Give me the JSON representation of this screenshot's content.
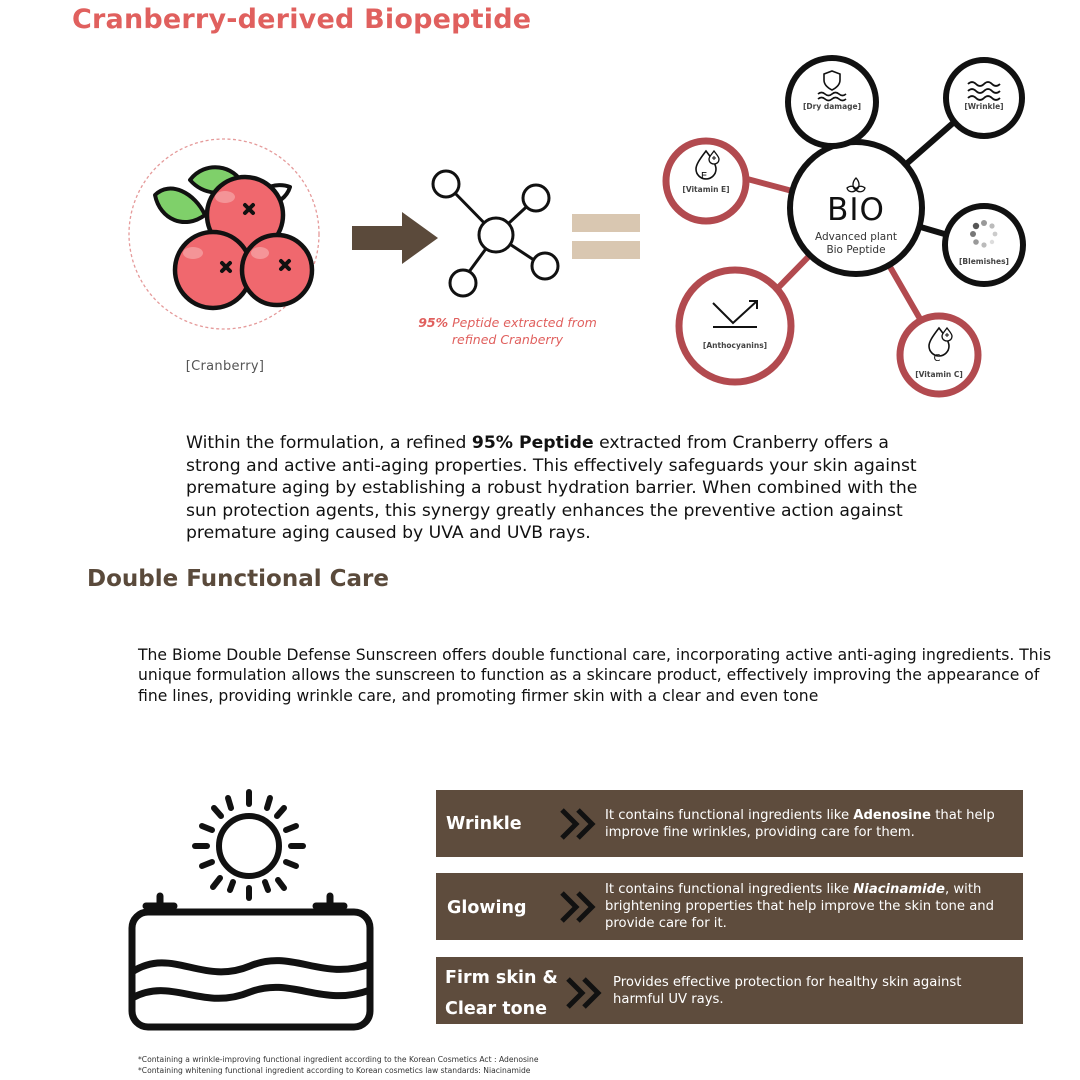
{
  "section1": {
    "title": "Cranberry-derived Biopeptide",
    "cranberry_caption": "[Cranberry]",
    "peptide_caption_bold": "95%",
    "peptide_caption_rest": " Peptide extracted from refined Cranberry",
    "bio": {
      "title": "BIO",
      "subtitle_line1": "Advanced plant",
      "subtitle_line2": "Bio Peptide"
    },
    "nodes": {
      "dry_damage": "[Dry damage]",
      "wrinkle": "[Wrinkle]",
      "vitamin_e": "[Vitamin E]",
      "blemishes": "[Blemishes]",
      "anthocyanins": "[Anthocyanins]",
      "vitamin_c": "[Vitamin C]",
      "vitamin_e_letter": "E",
      "vitamin_c_letter": "C"
    },
    "paragraph": {
      "part1": "Within the formulation, a refined ",
      "bold": "95% Peptide",
      "part2": " extracted from Cranberry offers a strong and active anti-aging properties. This effectively safeguards your skin against premature aging by establishing a robust hydration barrier. When combined with the sun protection agents, this synergy greatly enhances the preventive action against premature aging caused by UVA and UVB rays."
    }
  },
  "section2": {
    "title": "Double Functional Care",
    "paragraph": "The Biome Double Defense Sunscreen offers double functional care, incorporating active anti-aging ingredients. This unique formulation allows the sunscreen to function as a skincare product, effectively improving the appearance of fine lines, providing wrinkle care, and promoting firmer skin with a clear and even tone",
    "bands": [
      {
        "title": "Wrinkle",
        "text_before": "It contains functional ingredients like ",
        "bold": "Adenosine",
        "text_after": " that help improve fine wrinkles, providing care for them."
      },
      {
        "title": "Glowing",
        "text_before": "It contains functional ingredients like ",
        "bold": "Niacinamide",
        "text_after": ", with brightening properties that help improve the skin tone and provide care for it."
      },
      {
        "title_line1": "Firm skin &",
        "title_line2": "Clear tone",
        "text": "Provides effective protection for healthy skin against harmful UV rays."
      }
    ],
    "footnotes": [
      "*Containing a wrinkle-improving functional ingredient according to the Korean Cosmetics Act : Adenosine",
      "*Containing whitening functional ingredient according to Korean cosmetics law standards: Niacinamide"
    ]
  },
  "colors": {
    "accent_red": "#e0605e",
    "ring_red": "#b24a4f",
    "brown": "#5e4c3d",
    "arrow_brown": "#5b4a3b",
    "equals_tan": "#d9c7b1",
    "berry_pink": "#f0686e",
    "leaf_green": "#7fd06a"
  }
}
